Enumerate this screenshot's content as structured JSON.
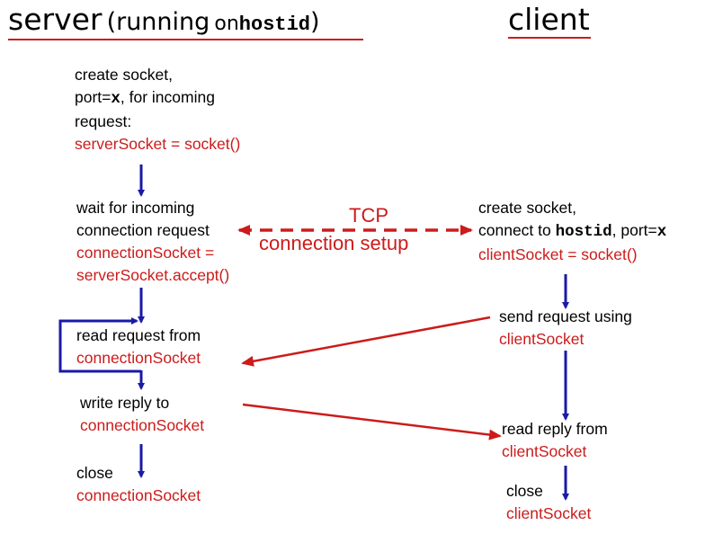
{
  "header": {
    "server_word": "server",
    "server_paren_open": "(running",
    "server_on": "on",
    "server_host": "hostid",
    "server_paren_close": ")",
    "client_word": "client"
  },
  "server": {
    "create": {
      "line1": "create socket,",
      "line2_pre": "port=",
      "line2_var": "x",
      "line2_post": ", for incoming",
      "line3": "request:",
      "code": "serverSocket = socket()"
    },
    "wait": {
      "line1": "wait for incoming",
      "line2": "connection request",
      "code1": "connectionSocket =",
      "code2": "serverSocket.accept()"
    },
    "read": {
      "line1": "read request from",
      "code": "connectionSocket"
    },
    "write": {
      "line1": "write reply to",
      "code": "connectionSocket"
    },
    "close": {
      "line1": "close",
      "code": "connectionSocket"
    }
  },
  "tcp": {
    "line1": "TCP",
    "line2": "connection setup"
  },
  "client": {
    "create": {
      "line1": "create socket,",
      "line2_pre": "connect to ",
      "line2_host": "hostid",
      "line2_mid": ", port=",
      "line2_var": "x",
      "code": "clientSocket = socket()"
    },
    "send": {
      "line1": "send request using",
      "code": "clientSocket"
    },
    "read": {
      "line1": "read reply from",
      "code": "clientSocket"
    },
    "close": {
      "line1": "close",
      "code": "clientSocket"
    }
  },
  "colors": {
    "red": "#cc1b1b",
    "blue": "#1a1aa6"
  }
}
